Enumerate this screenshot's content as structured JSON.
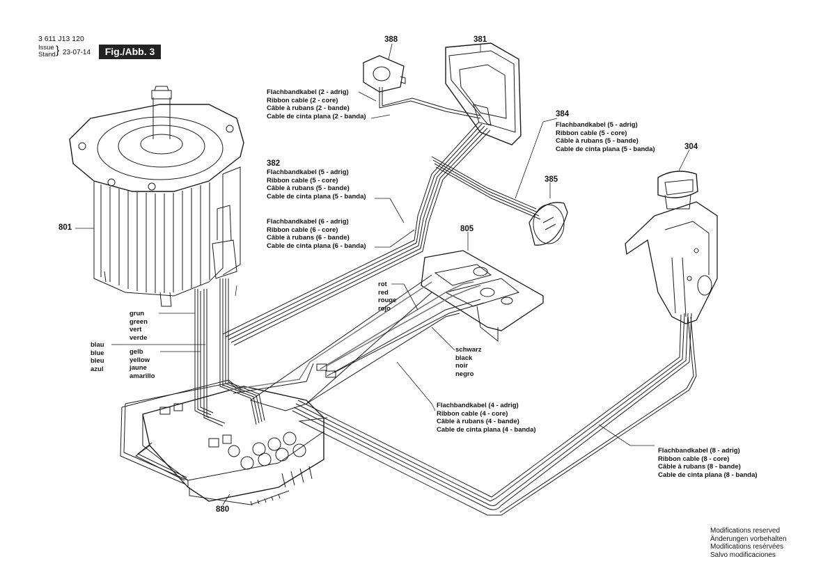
{
  "header": {
    "part_number": "3 611 J13 120",
    "issue_label_line1": "Issue",
    "issue_label_line2": "Stand",
    "issue_date": "23-07-14",
    "figure": "Fig./Abb. 3"
  },
  "part_numbers": {
    "p388": "388",
    "p381": "381",
    "p384": "384",
    "p304": "304",
    "p382": "382",
    "p385": "385",
    "p801": "801",
    "p805": "805",
    "p880": "880"
  },
  "labels": {
    "cable_2core": [
      "Flachbandkabel (2 - adrig)",
      "Ribbon cable (2 - core)",
      "Câble à rubans (2 - bande)",
      "Cable de cinta plana (2 - banda)"
    ],
    "cable_5core_384": [
      "Flachbandkabel (5 - adrig)",
      "Ribbon cable (5 - core)",
      "Câble à rubans (5 - bande)",
      "Cable de cinta plana (5 - banda)"
    ],
    "cable_5core_382": [
      "Flachbandkabel (5 - adrig)",
      "Ribbon cable (5 - core)",
      "Câble à rubans (5 - bande)",
      "Cable de cinta plana (5 - banda)"
    ],
    "cable_6core": [
      "Flachbandkabel (6 - adrig)",
      "Ribbon cable (6 - core)",
      "Câble à rubans (6 - bande)",
      "Cable de cinta plana (6 - banda)"
    ],
    "red": [
      "rot",
      "red",
      "rouge",
      "rojo"
    ],
    "green": [
      "grun",
      "green",
      "vert",
      "verde"
    ],
    "blue": [
      "blau",
      "blue",
      "bleu",
      "azul"
    ],
    "yellow": [
      "gelb",
      "yellow",
      "jaune",
      "amarillo"
    ],
    "black": [
      "schwarz",
      "black",
      "noir",
      "negro"
    ],
    "cable_4core": [
      "Flachbandkabel (4 - adrig)",
      "Ribbon cable (4 - core)",
      "Câble à rubans (4 - bande)",
      "Cable de cinta plana (4 - banda)"
    ],
    "cable_8core": [
      "Flachbandkabel (8 - adrig)",
      "Ribbon cable (8 - core)",
      "Câble à rubans (8 - bande)",
      "Cable de cinta plana (8 - banda)"
    ]
  },
  "footer": {
    "modifications": [
      "Modifications reserved",
      "Änderungen vorbehalten",
      "Modifications resérvées",
      "Salvo modificaciones"
    ]
  },
  "colors": {
    "line": "#1a1a1a",
    "badge_bg": "#222222"
  }
}
